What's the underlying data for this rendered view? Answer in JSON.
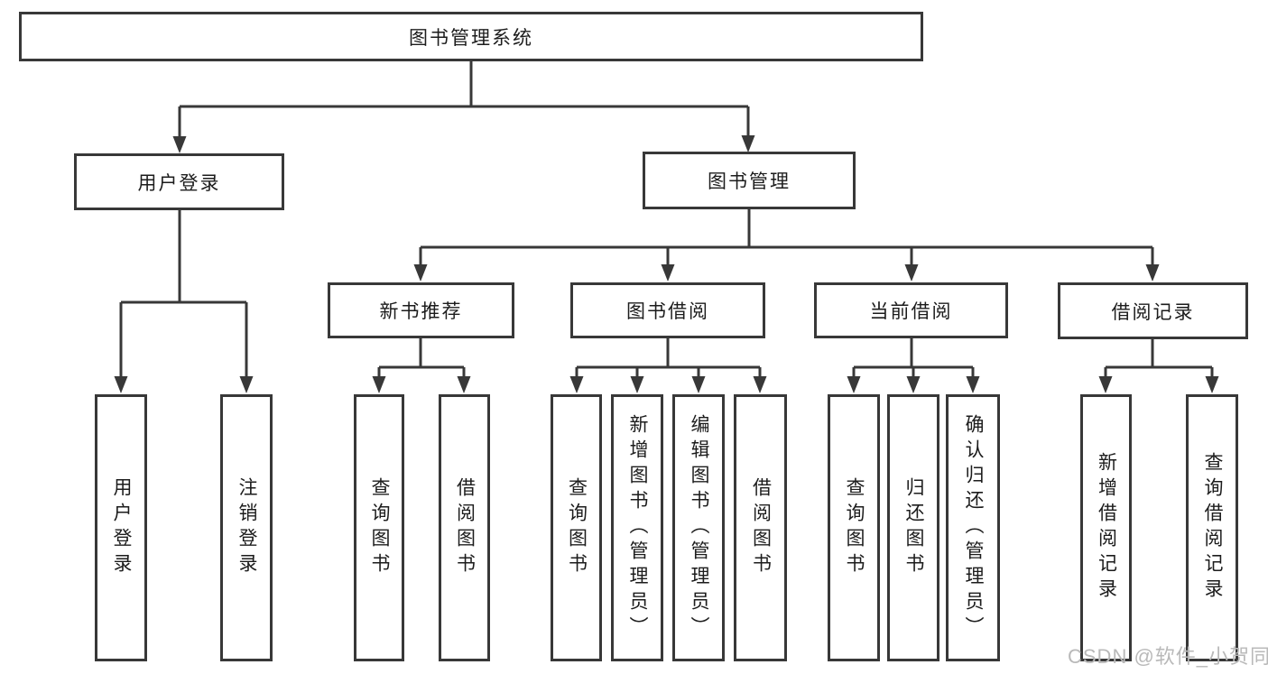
{
  "diagram_type": "tree",
  "tree": {
    "root": {
      "label": "图书管理系统"
    },
    "branches": [
      {
        "label": "用户登录",
        "children": [
          {
            "label": "用户登录"
          },
          {
            "label": "注销登录"
          }
        ]
      },
      {
        "label": "图书管理",
        "children": [
          {
            "label": "新书推荐",
            "children": [
              {
                "label": "查询图书"
              },
              {
                "label": "借阅图书"
              }
            ]
          },
          {
            "label": "图书借阅",
            "children": [
              {
                "label": "查询图书"
              },
              {
                "label": "新增图书（管理员）"
              },
              {
                "label": "编辑图书（管理员）"
              },
              {
                "label": "借阅图书"
              }
            ]
          },
          {
            "label": "当前借阅",
            "children": [
              {
                "label": "查询图书"
              },
              {
                "label": "归还图书"
              },
              {
                "label": "确认归还（管理员）"
              }
            ]
          },
          {
            "label": "借阅记录",
            "children": [
              {
                "label": "新增借阅记录"
              },
              {
                "label": "查询借阅记录"
              }
            ]
          }
        ]
      }
    ]
  },
  "watermark": {
    "text": "CSDN @软件_小贺同学"
  },
  "colors": {
    "line": "#383838",
    "box_border": "#383838",
    "box_fill": "#ffffff",
    "text": "#1c1c1c",
    "watermark_text": "#b9b9b9",
    "background": "#ffffff"
  }
}
